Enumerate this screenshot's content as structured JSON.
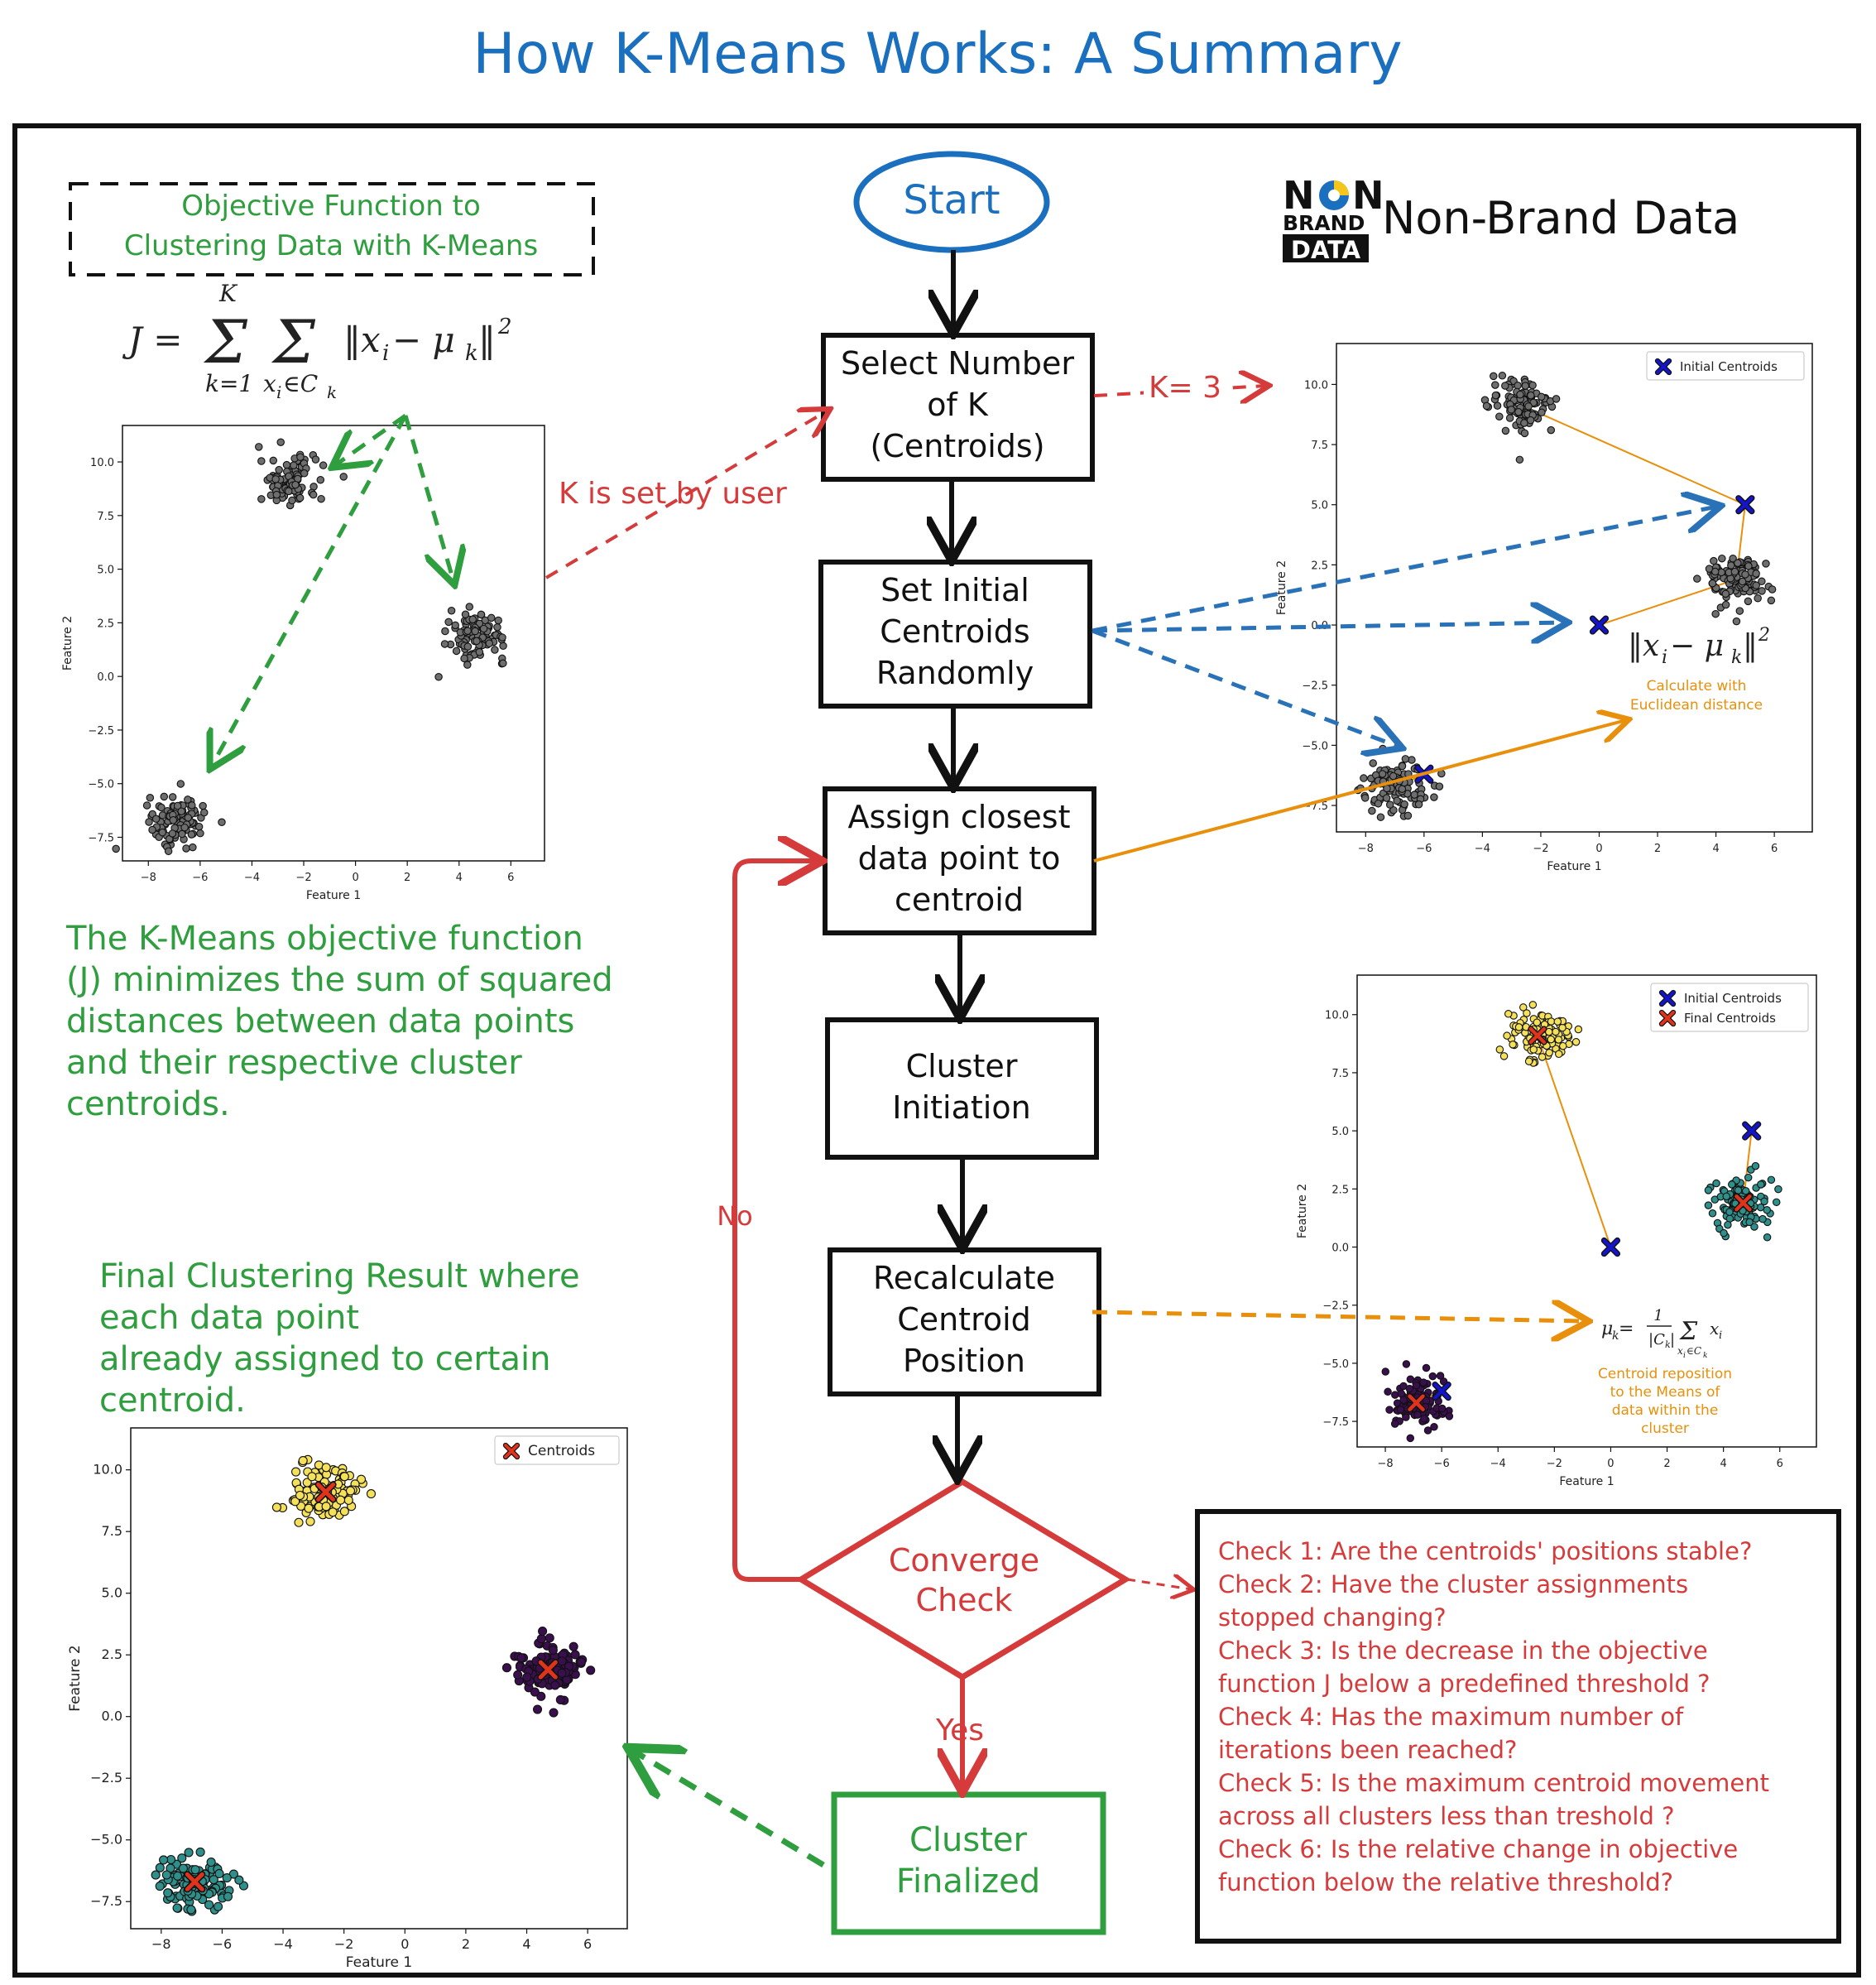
{
  "title": "How K-Means Works: A Summary",
  "brand": {
    "logo_line1": "N  N",
    "logo_line2": "BRAND",
    "logo_line3": "DATA",
    "name": "Non-Brand Data"
  },
  "objective": {
    "box_line1": "Objective Function to",
    "box_line2": "Clustering Data with K-Means",
    "formula_lhs": "J =",
    "formula_top": "K",
    "formula_sub1": "k=1",
    "formula_sub2": "x",
    "formula_sub2b": "i",
    "formula_sub2c": "∈C",
    "formula_sub2d": "k",
    "formula_norm": "‖x",
    "formula_i": "i",
    "formula_minus": " − μ",
    "formula_k": "k",
    "formula_pow": "‖",
    "formula_sq": "2",
    "desc": [
      "The K-Means objective function",
      "(J) minimizes the sum of squared",
      "distances between data points",
      "and their respective cluster",
      "centroids."
    ]
  },
  "final_note": [
    "Final Clustering Result where",
    "each data point",
    "already assigned to certain",
    "centroid."
  ],
  "flow": {
    "start": "Start",
    "step1": [
      "Select Number",
      "of K",
      "(Centroids)"
    ],
    "step2": [
      "Set Initial",
      "Centroids",
      "Randomly"
    ],
    "step3": [
      "Assign closest",
      "data point to",
      "centroid"
    ],
    "step4": [
      "Cluster",
      "Initiation"
    ],
    "step5": [
      "Recalculate",
      "Centroid",
      "Position"
    ],
    "decision": [
      "Converge",
      "Check"
    ],
    "end": [
      "Cluster",
      "Finalized"
    ],
    "label_no": "No",
    "label_yes": "Yes",
    "label_user": "K is set by user",
    "label_k3": "K= 3"
  },
  "annotations": {
    "euclid_formula": "‖x",
    "euclid_i": "i",
    "euclid_rest": " − μ",
    "euclid_k": "k",
    "euclid_end": "‖",
    "euclid_sq": "2",
    "euclid_note": [
      "Calculate with",
      "Euclidean distance"
    ],
    "mean_formula_lhs": "μ",
    "mean_formula_k": "k",
    "mean_formula_eq": " = ",
    "mean_formula_frac_top": "1",
    "mean_formula_frac_bot": "|C",
    "mean_formula_frac_bot_k": "k",
    "mean_formula_frac_bot_end": "|",
    "mean_formula_sum": "Σ",
    "mean_formula_sub": "x",
    "mean_formula_sub_i": "i",
    "mean_formula_sub_in": "∈C",
    "mean_formula_sub_k": "k",
    "mean_formula_x": "x",
    "mean_formula_x_i": "i",
    "mean_note": [
      "Centroid reposition",
      "to the Means of",
      "data within the",
      "cluster"
    ]
  },
  "checks": [
    "Check 1: Are the centroids' positions stable?",
    "Check 2: Have the cluster assignments",
    "stopped changing?",
    "Check 3: Is the decrease in the objective",
    "function J below a predefined threshold ?",
    "Check 4: Has the maximum number of",
    "iterations been reached?",
    "Check 5: Is the maximum centroid movement",
    "across all clusters less than treshold ?",
    "Check 6: Is the relative change in objective",
    "function below the relative threshold?"
  ],
  "colors": {
    "title_blue": "#1a6fbf",
    "red": "#d63b3b",
    "green": "#2e9e3e",
    "orange": "#e8900c",
    "blue_arrow": "#2a72b8",
    "gray_point": "#6e6e6e",
    "yellow_point": "#f5e05a",
    "teal_point": "#2f8f8a",
    "purple_point": "#3a0f4d",
    "centroid_blue": "#1414c8",
    "centroid_red": "#e0331c"
  },
  "chart_data": [
    {
      "type": "scatter",
      "name_hint": "raw data",
      "xlabel": "Feature 1",
      "ylabel": "Feature 2",
      "xlim": [
        -9,
        7.3
      ],
      "ylim": [
        -8.6,
        11.7
      ],
      "xticks": [
        -8,
        -6,
        -4,
        -2,
        0,
        2,
        4,
        6
      ],
      "yticks": [
        -7.5,
        -5.0,
        -2.5,
        0.0,
        2.5,
        5.0,
        7.5,
        10.0
      ],
      "clusters": [
        {
          "center": [
            -2.6,
            9.1
          ],
          "color": "gray"
        },
        {
          "center": [
            4.7,
            1.9
          ],
          "color": "gray"
        },
        {
          "center": [
            -6.9,
            -6.7
          ],
          "color": "gray"
        }
      ]
    },
    {
      "type": "scatter",
      "name_hint": "initial centroids",
      "xlabel": "Feature 1",
      "ylabel": "Feature 2",
      "xlim": [
        -9,
        7.3
      ],
      "ylim": [
        -8.6,
        11.7
      ],
      "xticks": [
        -8,
        -6,
        -4,
        -2,
        0,
        2,
        4,
        6
      ],
      "yticks": [
        -7.5,
        -5.0,
        -2.5,
        0.0,
        2.5,
        5.0,
        7.5,
        10.0
      ],
      "legend": [
        "Initial Centroids"
      ],
      "clusters": [
        {
          "center": [
            -2.6,
            9.1
          ],
          "color": "gray"
        },
        {
          "center": [
            4.7,
            1.9
          ],
          "color": "gray"
        },
        {
          "center": [
            -6.9,
            -6.7
          ],
          "color": "gray"
        }
      ],
      "initial_centroids": [
        [
          5.0,
          5.0
        ],
        [
          0.0,
          0.0
        ],
        [
          -6.0,
          -6.2
        ]
      ]
    },
    {
      "type": "scatter",
      "name_hint": "initial and final centroids",
      "xlabel": "Feature 1",
      "ylabel": "Feature 2",
      "xlim": [
        -9,
        7.3
      ],
      "ylim": [
        -8.6,
        11.7
      ],
      "xticks": [
        -8,
        -6,
        -4,
        -2,
        0,
        2,
        4,
        6
      ],
      "yticks": [
        -7.5,
        -5.0,
        -2.5,
        0.0,
        2.5,
        5.0,
        7.5,
        10.0
      ],
      "legend": [
        "Initial Centroids",
        "Final Centroids"
      ],
      "clusters": [
        {
          "center": [
            -2.6,
            9.1
          ],
          "color": "yellow"
        },
        {
          "center": [
            4.7,
            1.9
          ],
          "color": "teal"
        },
        {
          "center": [
            -6.9,
            -6.7
          ],
          "color": "purple"
        }
      ],
      "initial_centroids": [
        [
          5.0,
          5.0
        ],
        [
          0.0,
          0.0
        ],
        [
          -6.0,
          -6.2
        ]
      ],
      "final_centroids": [
        [
          -2.6,
          9.1
        ],
        [
          4.7,
          1.9
        ],
        [
          -6.9,
          -6.7
        ]
      ]
    },
    {
      "type": "scatter",
      "name_hint": "final clustering",
      "xlabel": "Feature 1",
      "ylabel": "Feature 2",
      "xlim": [
        -9,
        7.3
      ],
      "ylim": [
        -8.6,
        11.7
      ],
      "xticks": [
        -8,
        -6,
        -4,
        -2,
        0,
        2,
        4,
        6
      ],
      "yticks": [
        -7.5,
        -5.0,
        -2.5,
        0.0,
        2.5,
        5.0,
        7.5,
        10.0
      ],
      "legend": [
        "Centroids"
      ],
      "clusters": [
        {
          "center": [
            -2.6,
            9.1
          ],
          "color": "yellow"
        },
        {
          "center": [
            4.7,
            1.9
          ],
          "color": "purple"
        },
        {
          "center": [
            -6.9,
            -6.7
          ],
          "color": "teal"
        }
      ],
      "final_centroids": [
        [
          -2.6,
          9.1
        ],
        [
          4.7,
          1.9
        ],
        [
          -6.9,
          -6.7
        ]
      ]
    }
  ]
}
